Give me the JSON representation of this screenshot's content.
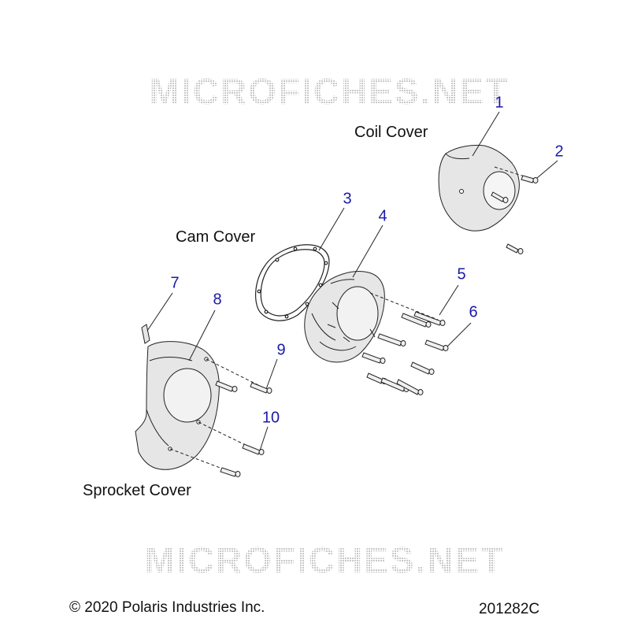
{
  "watermark": "MICROFICHES.NET",
  "section_labels": {
    "coil_cover": "Coil Cover",
    "cam_cover": "Cam Cover",
    "sprocket_cover": "Sprocket Cover"
  },
  "callouts": [
    "1",
    "2",
    "3",
    "4",
    "5",
    "6",
    "7",
    "8",
    "9",
    "10"
  ],
  "footer": {
    "copyright": "© 2020 Polaris Industries Inc.",
    "diagram_id": "201282C"
  },
  "colors": {
    "callout_text": "#1a1aa8",
    "line": "#222222",
    "part_fill": "#e6e6e6",
    "watermark": "#cfcfcf"
  }
}
